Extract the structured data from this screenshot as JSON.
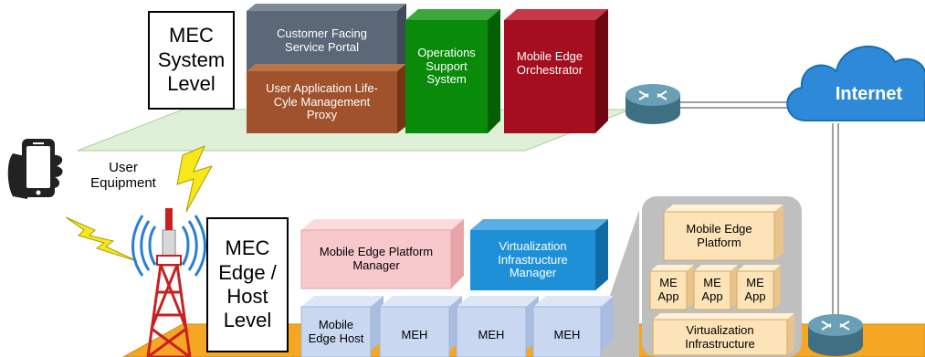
{
  "system_level": {
    "label": "MEC\nSystem\nLevel",
    "customer_portal": "Customer Facing\nService Portal",
    "user_app_proxy": "User Application Life-\nCyle Management\nProxy",
    "oss": "Operations\nSupport\nSystem",
    "orchestrator": "Mobile Edge\nOrchestrator"
  },
  "internet": "Internet",
  "user_equipment": "User\nEquipment",
  "edge_level": {
    "label": "MEC\nEdge /\nHost\nLevel",
    "platform_manager": "Mobile Edge Platform\nManager",
    "vim": "Virtualization\nInfrastructure\nManager",
    "hosts": [
      "Mobile\nEdge Host",
      "MEH",
      "MEH",
      "MEH"
    ],
    "detail": {
      "platform": "Mobile Edge\nPlatform",
      "apps": [
        "ME\nApp",
        "ME\nApp",
        "ME\nApp"
      ],
      "virt": "Virtualization\nInfrastructure"
    }
  },
  "colors": {
    "system_plane": "#dff0d8",
    "edge_plane": "#f5a623",
    "customer_portal": "#5b6878",
    "user_app_proxy": "#a0522d",
    "oss": "#0a8a0a",
    "orchestrator": "#a50e1e",
    "platform_manager": "#f7c9cc",
    "vim": "#1e90d8",
    "meh": "#c9d8f0",
    "detail_panel": "#bfbfbf",
    "detail_box": "#fde3b8",
    "cloud": "#2e8ad8",
    "router": "#5e93a8"
  },
  "icons": [
    "router-icon",
    "cloud-icon",
    "smartphone-icon",
    "lightning-icon",
    "cell-tower-icon"
  ]
}
